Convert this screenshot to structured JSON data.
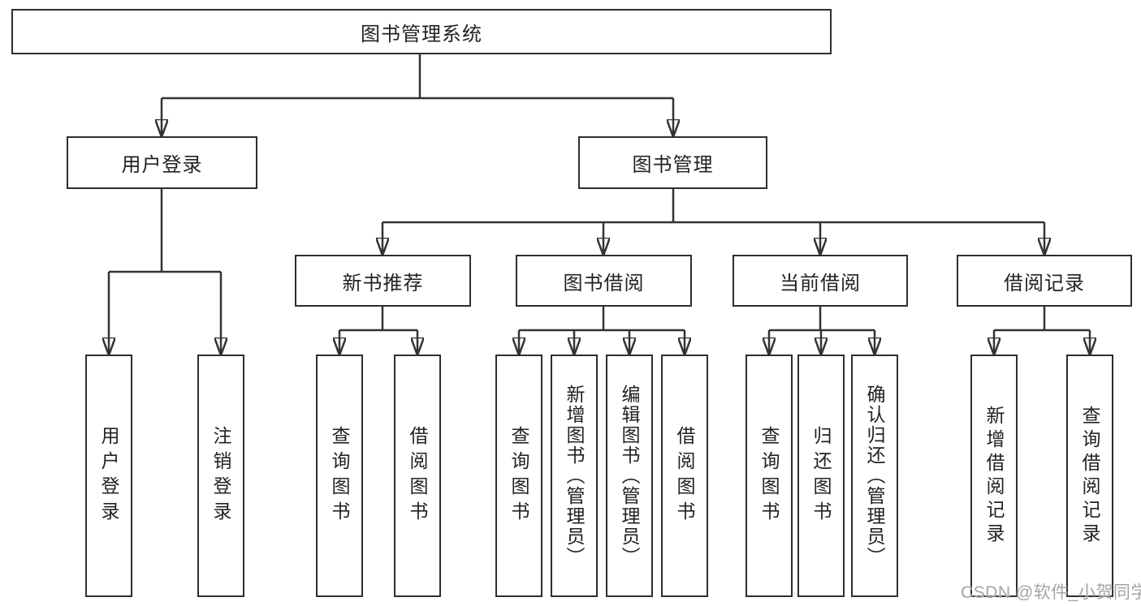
{
  "diagram": {
    "type": "hierarchy-tree",
    "orientation": "top-down",
    "background": "#ffffff",
    "line_color": "#333333",
    "border_color": "#2e2e2e",
    "text_color": "#222222"
  },
  "nodes": {
    "root": {
      "label": "图书管理系统",
      "level": 1
    },
    "user_login": {
      "label": "用户登录",
      "level": 2
    },
    "book_mgmt": {
      "label": "图书管理",
      "level": 2
    },
    "new_books": {
      "label": "新书推荐",
      "level": 3
    },
    "book_borrow": {
      "label": "图书借阅",
      "level": 3
    },
    "current_borrow": {
      "label": "当前借阅",
      "level": 3
    },
    "borrow_records": {
      "label": "借阅记录",
      "level": 3
    },
    "leaf_user_login": {
      "label": "用户登录",
      "level": 4
    },
    "leaf_logout": {
      "label": "注销登录",
      "level": 4
    },
    "leaf_nb_query": {
      "label": "查询图书",
      "level": 4
    },
    "leaf_nb_borrow": {
      "label": "借阅图书",
      "level": 4
    },
    "leaf_bb_query": {
      "label": "查询图书",
      "level": 4
    },
    "leaf_bb_add": {
      "label": "新增图书（管理员）",
      "level": 4
    },
    "leaf_bb_edit": {
      "label": "编辑图书（管理员）",
      "level": 4
    },
    "leaf_bb_borrow": {
      "label": "借阅图书",
      "level": 4
    },
    "leaf_cb_query": {
      "label": "查询图书",
      "level": 4
    },
    "leaf_cb_return": {
      "label": "归还图书",
      "level": 4
    },
    "leaf_cb_confirm": {
      "label": "确认归还（管理员）",
      "level": 4
    },
    "leaf_br_add": {
      "label": "新增借阅记录",
      "level": 4
    },
    "leaf_br_query": {
      "label": "查询借阅记录",
      "level": 4
    }
  },
  "structure": {
    "root": [
      "user_login",
      "book_mgmt"
    ],
    "user_login": [
      "leaf_user_login",
      "leaf_logout"
    ],
    "book_mgmt": [
      "new_books",
      "book_borrow",
      "current_borrow",
      "borrow_records"
    ],
    "new_books": [
      "leaf_nb_query",
      "leaf_nb_borrow"
    ],
    "book_borrow": [
      "leaf_bb_query",
      "leaf_bb_add",
      "leaf_bb_edit",
      "leaf_bb_borrow"
    ],
    "current_borrow": [
      "leaf_cb_query",
      "leaf_cb_return",
      "leaf_cb_confirm"
    ],
    "borrow_records": [
      "leaf_br_add",
      "leaf_br_query"
    ]
  },
  "watermark": {
    "text": "CSDN @软件_小贺同学",
    "color": "#a4a4a4"
  }
}
